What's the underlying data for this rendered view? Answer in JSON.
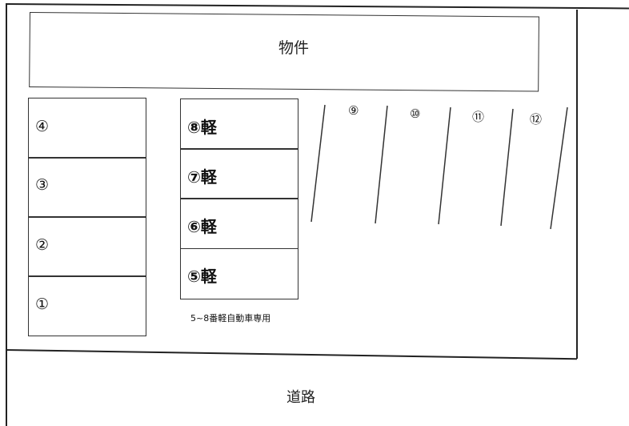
{
  "building": {
    "label": "物件"
  },
  "road": {
    "label": "道路"
  },
  "left_slots": [
    {
      "label": "④"
    },
    {
      "label": "③"
    },
    {
      "label": "②"
    },
    {
      "label": "①"
    }
  ],
  "kei_slots": [
    {
      "label": "⑧軽"
    },
    {
      "label": "⑦軽"
    },
    {
      "label": "⑥軽"
    },
    {
      "label": "⑤軽"
    }
  ],
  "kei_note": "5~8番軽自動車専用",
  "angled_slots": [
    {
      "label": "⑨"
    },
    {
      "label": "⑩"
    },
    {
      "label": "⑪"
    },
    {
      "label": "⑫"
    }
  ]
}
